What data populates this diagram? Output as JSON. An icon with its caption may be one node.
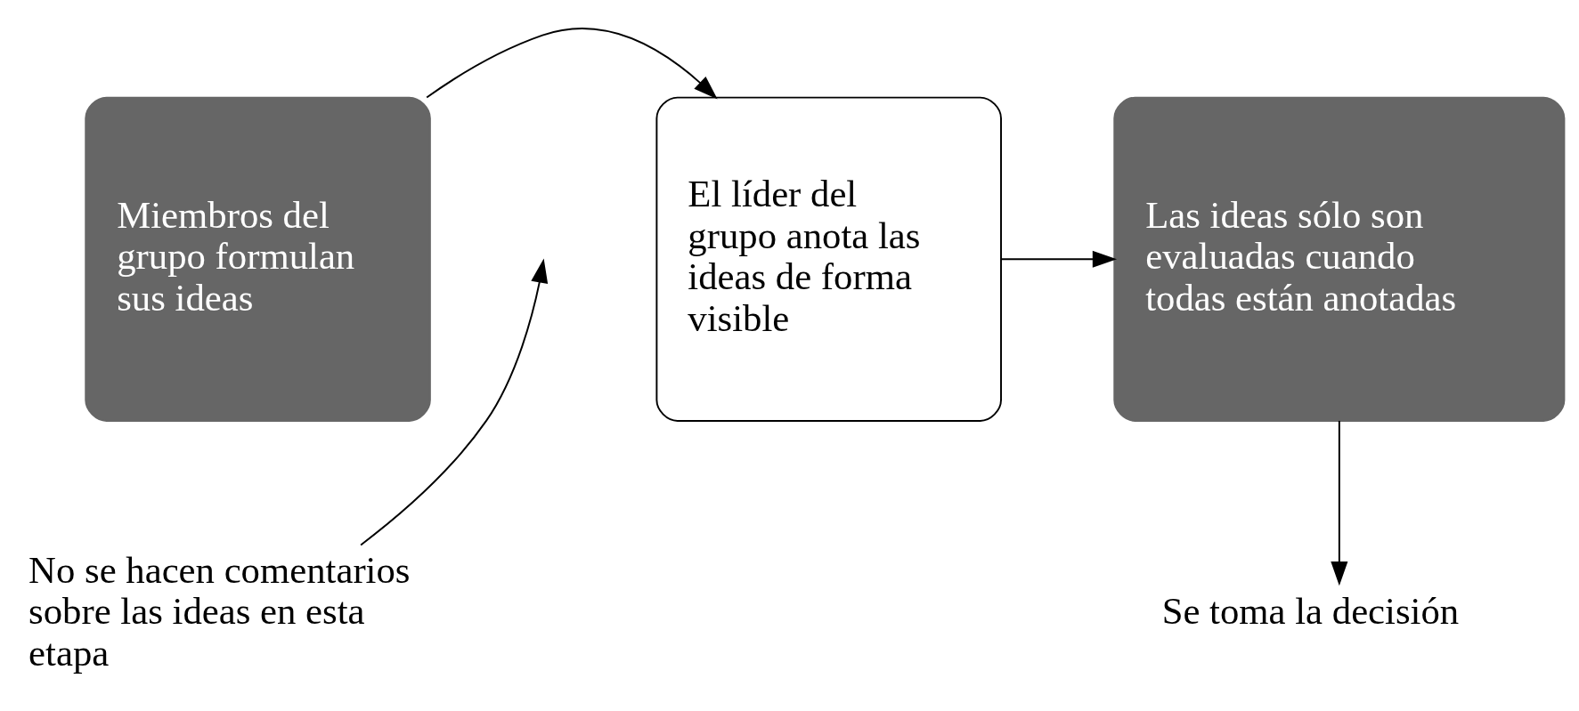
{
  "diagram": {
    "nodes": [
      {
        "text": [
          "Miembros del grupo formulan sus ideas"
        ]
      },
      {
        "text": [
          "El líder del grupo anota las ideas de forma visible"
        ]
      },
      {
        "text": [
          "Las ideas sólo son evaluadas cuando todas están anotadas"
        ]
      },
      {
        "text": [
          "No se hacen comentarios sobre las ideas en esta etapa"
        ]
      },
      {
        "text": [
          "Se toma la decisión"
        ]
      }
    ],
    "edges": [
      {
        "from": 0,
        "to": 1,
        "arrow": "to"
      },
      {
        "from": 1,
        "to": 2,
        "arrow": "to"
      },
      {
        "from": 3,
        "to": null,
        "arrow": "to"
      },
      {
        "from": 2,
        "to": 4,
        "arrow": "to"
      }
    ]
  }
}
